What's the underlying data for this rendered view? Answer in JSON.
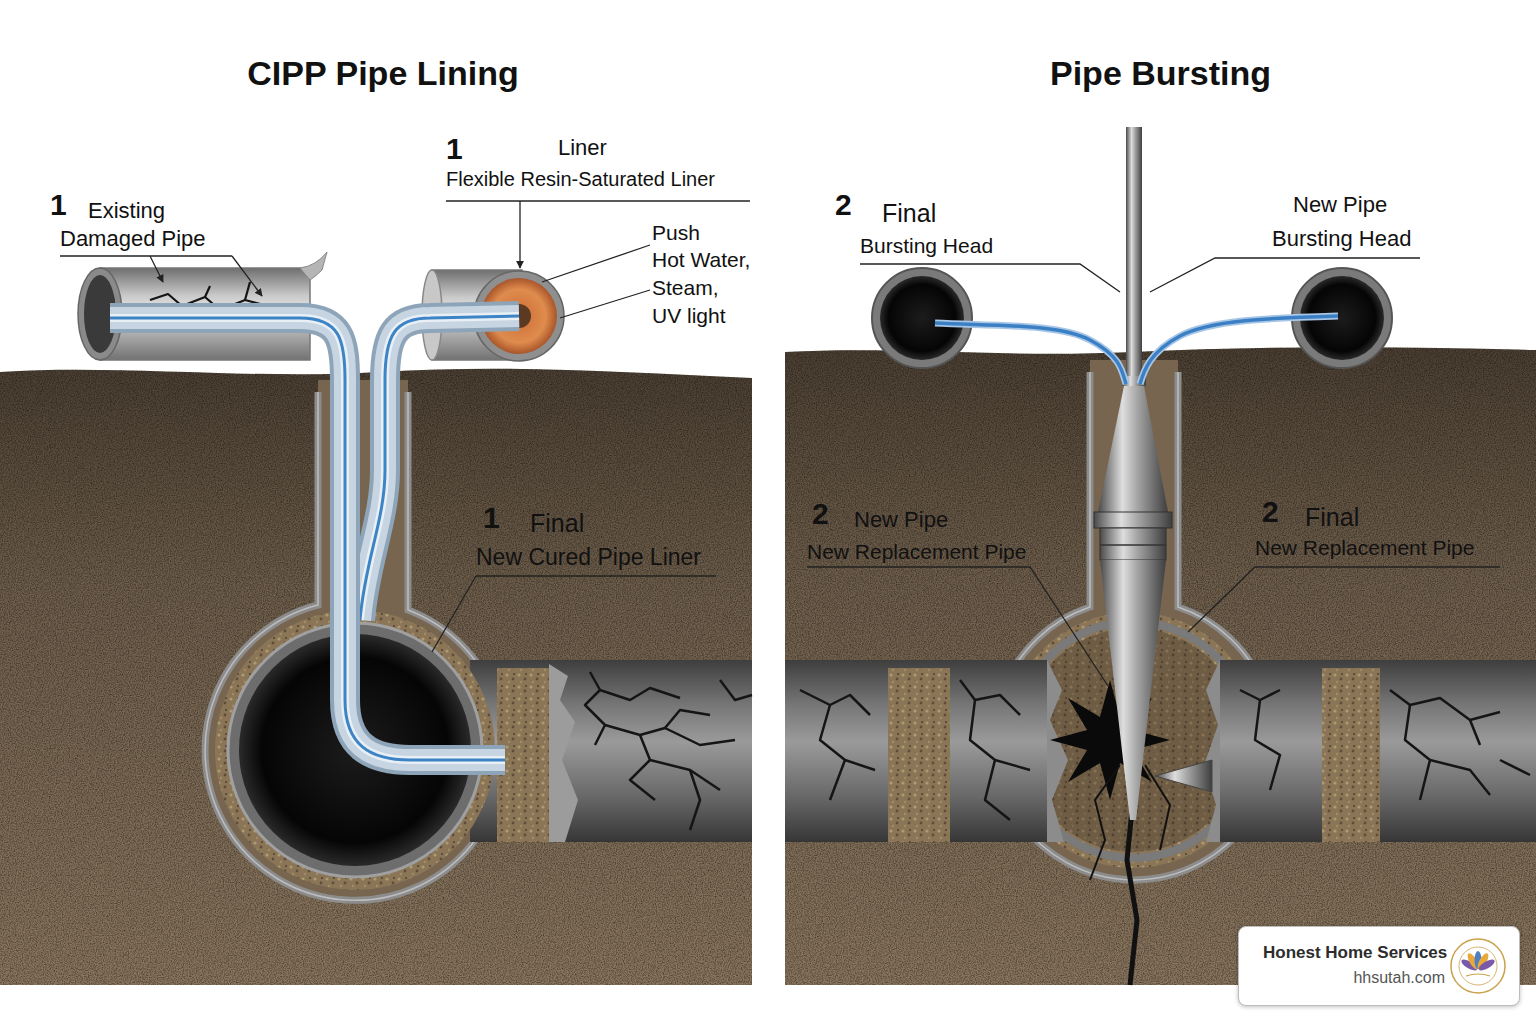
{
  "diagram": {
    "nodes": [
      {
        "text": [
          "CIPP Pipe Lining"
        ]
      },
      {
        "text": [
          "Pipe Bursting"
        ]
      },
      {
        "text": [
          "Honest Home Services",
          "hhsutah.com"
        ]
      }
    ],
    "labels": [
      "1",
      "Existing",
      "Damaged Pipe",
      "1",
      "Liner",
      "Flexible Resin-Saturated Liner",
      "Push",
      "Hot Water,",
      "Steam,",
      "UV light",
      "1",
      "Final",
      "New Cured Pipe Liner",
      "2",
      "Final",
      "Bursting Head",
      "New Pipe",
      "Bursting Head",
      "2",
      "New Pipe",
      "New Replacement Pipe",
      "2",
      "Final",
      "New Replacement Pipe"
    ]
  }
}
